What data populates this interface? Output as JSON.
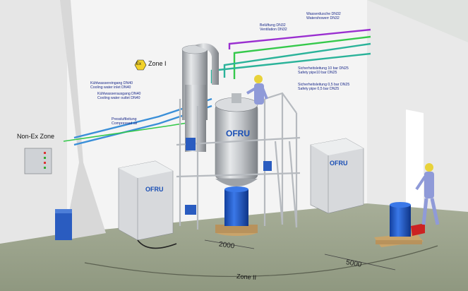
{
  "zone_ex_symbol": "Ex",
  "zone_one_label": "Zone I",
  "zone_two_label": "Zone II",
  "non_ex_zone_label": "Non-Ex Zone",
  "brand_name": "OFRU",
  "dimension_2000": "2000",
  "dimension_5000": "5000",
  "lines": {
    "cooling_inlet": [
      "Kühlwassereingang DN40",
      "Cooling water inlet DN40"
    ],
    "cooling_outlet": [
      "Kühlwasserausgang DN40",
      "Cooling water outlet DN40"
    ],
    "compressed_air": [
      "Pressluftleitung",
      "Compressed air"
    ],
    "ventilation": [
      "Belüftung DN32",
      "Ventilation DN32"
    ],
    "water_shower": [
      "Wasserdusche DN32",
      "Watershowerr DN32"
    ],
    "safety_pipe_10": [
      "Sicherheitsleitung 10 bar DN25",
      "Safety pipe10 bar DN25"
    ],
    "safety_pipe_05": [
      "Sicherheitsleitung 0,5 bar DN25",
      "Safety pipe 0,5 bar DN25"
    ]
  },
  "colors": {
    "floor": "#9fa890",
    "wall": "#f3f3f3",
    "pipe_blue": "#3a8fd8",
    "pipe_green": "#35c94b",
    "pipe_purple": "#9a2fd0",
    "pipe_teal": "#2bb39a",
    "steel": "#c9cccf",
    "drum": "#1f5fd6",
    "pallet": "#c9a46a",
    "worker": "#8f9ad8",
    "helmet": "#e8d23a"
  }
}
